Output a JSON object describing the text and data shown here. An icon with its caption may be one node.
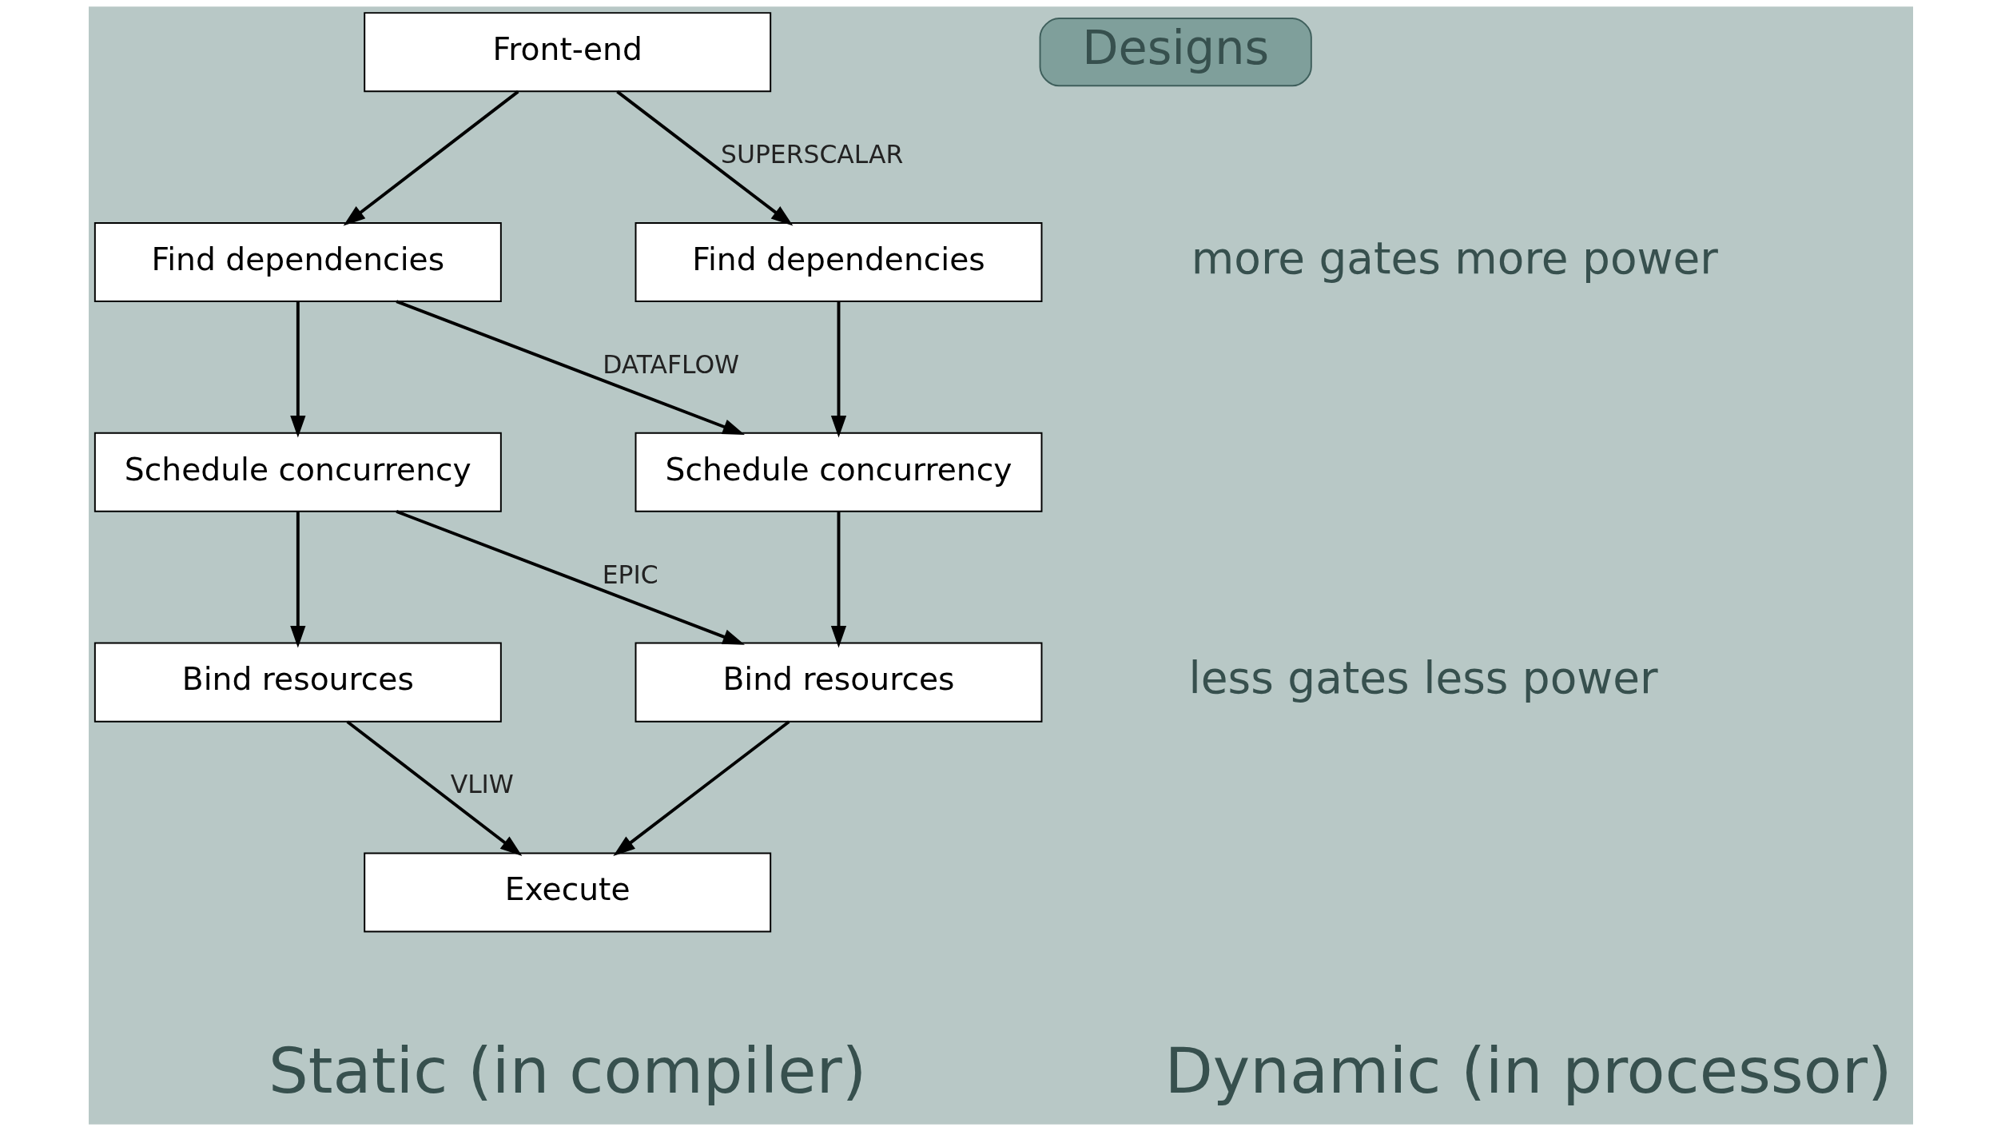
{
  "diagram": {
    "nodes": [
      {
        "text": [
          "Front-end"
        ]
      },
      {
        "text": [
          "Find dependencies"
        ]
      },
      {
        "text": [
          "Schedule concurrency"
        ]
      },
      {
        "text": [
          "Bind resources"
        ]
      },
      {
        "text": [
          "Find dependencies"
        ]
      },
      {
        "text": [
          "Schedule concurrency"
        ]
      },
      {
        "text": [
          "Bind resources"
        ]
      },
      {
        "text": [
          "Execute"
        ]
      },
      {
        "text": [
          "Designs"
        ]
      }
    ],
    "edges": [
      {
        "from": 0,
        "to": 1,
        "arrow": "to"
      },
      {
        "from": 0,
        "to": 4,
        "arrow": "to",
        "label": "SUPERSCALAR"
      },
      {
        "from": 1,
        "to": 2,
        "arrow": "to"
      },
      {
        "from": 1,
        "to": 5,
        "arrow": "to",
        "label": "DATAFLOW"
      },
      {
        "from": 4,
        "to": 5,
        "arrow": "to"
      },
      {
        "from": 2,
        "to": 3,
        "arrow": "to"
      },
      {
        "from": 2,
        "to": 6,
        "arrow": "to",
        "label": "EPIC"
      },
      {
        "from": 5,
        "to": 6,
        "arrow": "to"
      },
      {
        "from": 3,
        "to": 7,
        "arrow": "to",
        "label": "VLIW"
      },
      {
        "from": 6,
        "to": 7,
        "arrow": "to"
      }
    ],
    "labels": [
      "more gates more power",
      "less gates less power",
      "Static (in compiler)",
      "Dynamic (in processor)"
    ]
  }
}
